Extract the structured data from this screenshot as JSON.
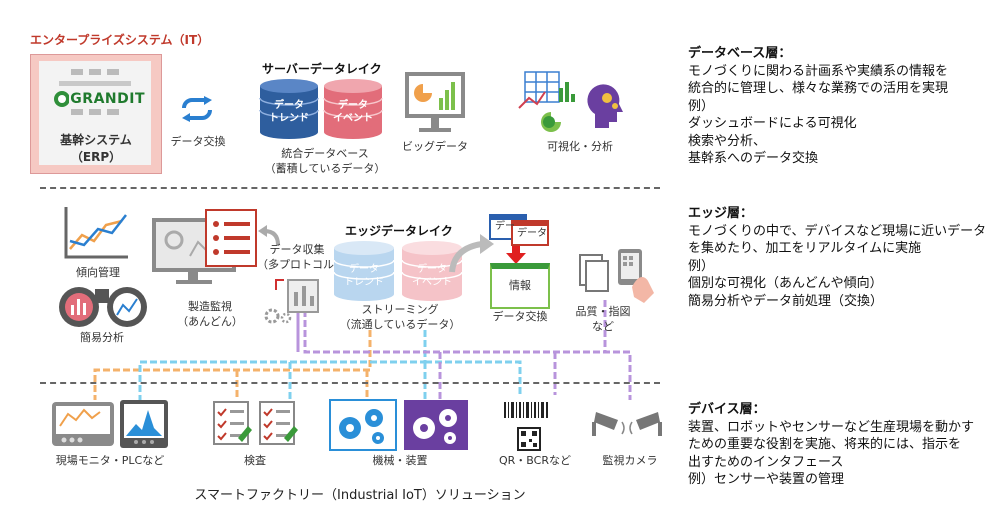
{
  "enterprise": {
    "title": "エンタープライズシステム（IT）",
    "brand": "GRANDIT",
    "core_system": "基幹システム",
    "core_system_sub": "（ERP）",
    "data_exchange": "データ交換"
  },
  "server_lake": {
    "title": "サーバーデータレイク",
    "cyl1": [
      "データ",
      "トレンド"
    ],
    "cyl2": [
      "データ",
      "イベント"
    ],
    "caption1": "統合データベース",
    "caption2": "（蓄積しているデータ）",
    "bigdata": "ビッグデータ",
    "visualize": "可視化・分析"
  },
  "edge": {
    "trend": "傾向管理",
    "simple": "簡易分析",
    "monitor1": "製造監視",
    "monitor2": "（あんどん）",
    "collect1": "データ収集",
    "collect2": "（多プロトコル）",
    "lake_title": "エッジデータレイク",
    "cyl1": [
      "データ",
      "トレンド"
    ],
    "cyl2": [
      "データ",
      "イベント"
    ],
    "stream1": "ストリーミング",
    "stream2": "（流通しているデータ）",
    "doc_tab1": "データ",
    "doc_tab2": "データ",
    "info": "情報",
    "exchange": "データ交換",
    "quality1": "品質・指図",
    "quality2": "など"
  },
  "devices": {
    "field_monitor": "現場モニタ・PLCなど",
    "inspection": "検査",
    "machine": "機械・装置",
    "qr": "QR・BCRなど",
    "camera": "監視カメラ"
  },
  "footer": "スマートファクトリー（Industrial IoT）ソリューション",
  "descriptions": {
    "db": {
      "heading": "データベース層：",
      "lines": [
        "モノづくりに関わる計画系や実績系の情報を",
        "統合的に管理し、様々な業務での活用を実現",
        "例）",
        "ダッシュボードによる可視化",
        "検索や分析、",
        "基幹系へのデータ交換"
      ]
    },
    "edge": {
      "heading": "エッジ層：",
      "lines": [
        "モノづくりの中で、デバイスなど現場に近いデータ",
        "を集めたり、加工をリアルタイムに実施",
        "例）",
        "個別な可視化（あんどんや傾向）",
        "簡易分析やデータ前処理（交換）"
      ]
    },
    "device": {
      "heading": "デバイス層：",
      "lines": [
        "装置、ロボットやセンサーなど生産現場を動かす",
        "ための重要な役割を実施、将来的には、指示を",
        "出すためのインタフェース",
        "例）センサーや装置の管理"
      ]
    }
  },
  "colors": {
    "accent_red": "#c0392b",
    "db_blue": "#2e5e9e",
    "db_pink": "#e26d7a",
    "wire_orange": "#f0a04b",
    "wire_blue": "#5ec4e6",
    "wire_purple": "#a77fd0",
    "gear_blue": "#2a8fd8",
    "gear_purple": "#6a3fa0",
    "green": "#3a9a3a"
  }
}
